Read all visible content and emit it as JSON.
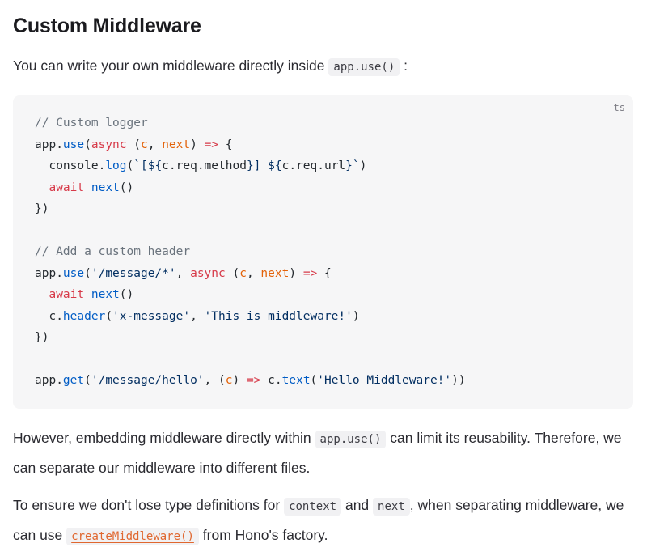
{
  "heading": "Custom Middleware",
  "intro": {
    "text_before": "You can write your own middleware directly inside",
    "code": "app.use()",
    "text_after": ":"
  },
  "code_block": {
    "language": "ts",
    "lines": [
      [
        {
          "t": "comment",
          "v": "// Custom logger"
        }
      ],
      [
        {
          "t": "plain",
          "v": "app."
        },
        {
          "t": "fn",
          "v": "use"
        },
        {
          "t": "plain",
          "v": "("
        },
        {
          "t": "kw",
          "v": "async"
        },
        {
          "t": "plain",
          "v": " ("
        },
        {
          "t": "param",
          "v": "c"
        },
        {
          "t": "plain",
          "v": ", "
        },
        {
          "t": "param",
          "v": "next"
        },
        {
          "t": "plain",
          "v": ") "
        },
        {
          "t": "kw",
          "v": "=>"
        },
        {
          "t": "plain",
          "v": " {"
        }
      ],
      [
        {
          "t": "plain",
          "v": "  console."
        },
        {
          "t": "fn",
          "v": "log"
        },
        {
          "t": "plain",
          "v": "("
        },
        {
          "t": "str",
          "v": "`[${"
        },
        {
          "t": "plain",
          "v": "c.req.method"
        },
        {
          "t": "str",
          "v": "}] ${"
        },
        {
          "t": "plain",
          "v": "c.req.url"
        },
        {
          "t": "str",
          "v": "}`"
        },
        {
          "t": "plain",
          "v": ")"
        }
      ],
      [
        {
          "t": "plain",
          "v": "  "
        },
        {
          "t": "kw",
          "v": "await"
        },
        {
          "t": "plain",
          "v": " "
        },
        {
          "t": "fn",
          "v": "next"
        },
        {
          "t": "plain",
          "v": "()"
        }
      ],
      [
        {
          "t": "plain",
          "v": "})"
        }
      ],
      [],
      [
        {
          "t": "comment",
          "v": "// Add a custom header"
        }
      ],
      [
        {
          "t": "plain",
          "v": "app."
        },
        {
          "t": "fn",
          "v": "use"
        },
        {
          "t": "plain",
          "v": "("
        },
        {
          "t": "str",
          "v": "'/message/*'"
        },
        {
          "t": "plain",
          "v": ", "
        },
        {
          "t": "kw",
          "v": "async"
        },
        {
          "t": "plain",
          "v": " ("
        },
        {
          "t": "param",
          "v": "c"
        },
        {
          "t": "plain",
          "v": ", "
        },
        {
          "t": "param",
          "v": "next"
        },
        {
          "t": "plain",
          "v": ") "
        },
        {
          "t": "kw",
          "v": "=>"
        },
        {
          "t": "plain",
          "v": " {"
        }
      ],
      [
        {
          "t": "plain",
          "v": "  "
        },
        {
          "t": "kw",
          "v": "await"
        },
        {
          "t": "plain",
          "v": " "
        },
        {
          "t": "fn",
          "v": "next"
        },
        {
          "t": "plain",
          "v": "()"
        }
      ],
      [
        {
          "t": "plain",
          "v": "  c."
        },
        {
          "t": "fn",
          "v": "header"
        },
        {
          "t": "plain",
          "v": "("
        },
        {
          "t": "str",
          "v": "'x-message'"
        },
        {
          "t": "plain",
          "v": ", "
        },
        {
          "t": "str",
          "v": "'This is middleware!'"
        },
        {
          "t": "plain",
          "v": ")"
        }
      ],
      [
        {
          "t": "plain",
          "v": "})"
        }
      ],
      [],
      [
        {
          "t": "plain",
          "v": "app."
        },
        {
          "t": "fn",
          "v": "get"
        },
        {
          "t": "plain",
          "v": "("
        },
        {
          "t": "str",
          "v": "'/message/hello'"
        },
        {
          "t": "plain",
          "v": ", ("
        },
        {
          "t": "param",
          "v": "c"
        },
        {
          "t": "plain",
          "v": ") "
        },
        {
          "t": "kw",
          "v": "=>"
        },
        {
          "t": "plain",
          "v": " c."
        },
        {
          "t": "fn",
          "v": "text"
        },
        {
          "t": "plain",
          "v": "("
        },
        {
          "t": "str",
          "v": "'Hello Middleware!'"
        },
        {
          "t": "plain",
          "v": "))"
        }
      ]
    ]
  },
  "para2": {
    "text_before": "However, embedding middleware directly within",
    "code": "app.use()",
    "text_after": "can limit its reusability. Therefore, we can separate our middleware into different files."
  },
  "para3": {
    "text_1": "To ensure we don't lose type definitions for",
    "code_1": "context",
    "text_2": "and",
    "code_2": "next",
    "text_3": ", when separating middleware, we can use",
    "link": "createMiddleware()",
    "text_4": "from Hono's factory."
  },
  "colors": {
    "comment": "#6a737d",
    "keyword": "#d73a49",
    "function": "#005cc5",
    "parameter": "#e36209",
    "string": "#032f62",
    "link": "#e0672f",
    "code_bg": "#f6f6f7"
  }
}
